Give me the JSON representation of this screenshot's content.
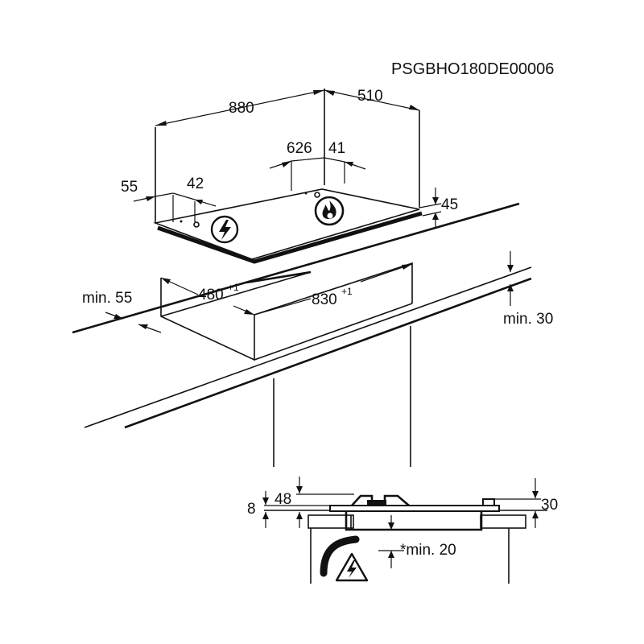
{
  "document_code": "PSGBHO180DE00006",
  "hob_dimensions": {
    "width": "880",
    "depth": "510",
    "left_offset": "55",
    "left_connection": "42",
    "gas_offset": "626",
    "gas_connection": "41",
    "height": "45"
  },
  "cutout_dimensions": {
    "depth": "480",
    "depth_tolerance": "+1",
    "width": "830",
    "width_tolerance": "+1",
    "front_clearance": "min. 55",
    "rear_clearance": "min. 30"
  },
  "side_section": {
    "pan_support_height": "48",
    "glass_thickness": "8",
    "knob_height": "30",
    "bottom_clearance": "*min. 20"
  },
  "icons": {
    "electric_connection": "lightning-circle-icon",
    "gas_connection": "flame-circle-icon",
    "warning": "electrical-warning-triangle-icon"
  }
}
